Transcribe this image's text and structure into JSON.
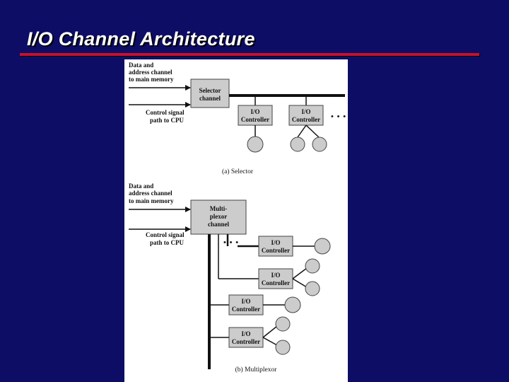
{
  "slide": {
    "title": "I/O Channel Architecture",
    "background_color": "#0d0d66",
    "rule_color": "#c8102e"
  },
  "diagram": {
    "selector": {
      "data_label_1": "Data and",
      "data_label_2": "address channel",
      "data_label_3": "to main memory",
      "control_label_1": "Control signal",
      "control_label_2": "path to CPU",
      "channel_label_1": "Selector",
      "channel_label_2": "channel",
      "controller_1_line1": "I/O",
      "controller_1_line2": "Controller",
      "controller_2_line1": "I/O",
      "controller_2_line2": "Controller",
      "ellipsis": "• • •",
      "caption": "(a) Selector"
    },
    "multiplexor": {
      "data_label_1": "Data and",
      "data_label_2": "address channel",
      "data_label_3": "to main memory",
      "control_label_1": "Control signal",
      "control_label_2": "path to CPU",
      "channel_label_1": "Multi-",
      "channel_label_2": "plexor",
      "channel_label_3": "channel",
      "ellipsis": "• • •",
      "controller_1_line1": "I/O",
      "controller_1_line2": "Controller",
      "controller_2_line1": "I/O",
      "controller_2_line2": "Controller",
      "controller_3_line1": "I/O",
      "controller_3_line2": "Controller",
      "controller_4_line1": "I/O",
      "controller_4_line2": "Controller",
      "caption": "(b) Multiplexor"
    }
  }
}
